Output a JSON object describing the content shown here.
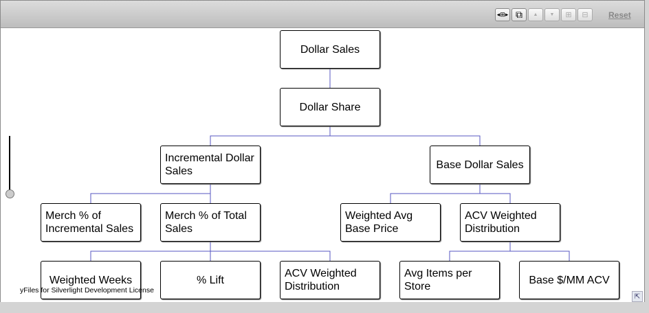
{
  "toolbar": {
    "buttons": [
      {
        "icon": "fit-content-icon",
        "glyph": "◂⊞▸",
        "enabled": true
      },
      {
        "icon": "overview-icon",
        "glyph": "⧉",
        "enabled": true
      },
      {
        "icon": "arrow-up-icon",
        "glyph": "▲",
        "enabled": false
      },
      {
        "icon": "arrow-down-icon",
        "glyph": "▼",
        "enabled": false
      },
      {
        "icon": "expand-icon",
        "glyph": "⊞",
        "enabled": false
      },
      {
        "icon": "collapse-icon",
        "glyph": "⊟",
        "enabled": false
      }
    ],
    "reset_label": "Reset"
  },
  "diagram": {
    "nodes": [
      {
        "label": "Dollar Sales"
      },
      {
        "label": "Dollar Share"
      },
      {
        "label": "Incremental Dollar Sales"
      },
      {
        "label": "Base Dollar Sales"
      },
      {
        "label": "Merch % of Incremental Sales"
      },
      {
        "label": "Merch % of Total Sales"
      },
      {
        "label": "Weighted Avg Base Price"
      },
      {
        "label": "ACV Weighted Distribution"
      },
      {
        "label": "Weighted Weeks"
      },
      {
        "label": "% Lift"
      },
      {
        "label": "ACV Weighted Distribution"
      },
      {
        "label": "Avg Items per Store"
      },
      {
        "label": "Base $/MM ACV"
      }
    ],
    "edges": [
      [
        0,
        1
      ],
      [
        1,
        2
      ],
      [
        1,
        3
      ],
      [
        2,
        4
      ],
      [
        2,
        5
      ],
      [
        3,
        6
      ],
      [
        3,
        7
      ],
      [
        5,
        8
      ],
      [
        5,
        9
      ],
      [
        5,
        10
      ],
      [
        7,
        11
      ],
      [
        7,
        12
      ]
    ],
    "edge_color": "#5555c0"
  },
  "license_text": "yFiles for Silverlight Development License",
  "zoom_slider": {
    "level": 0
  }
}
